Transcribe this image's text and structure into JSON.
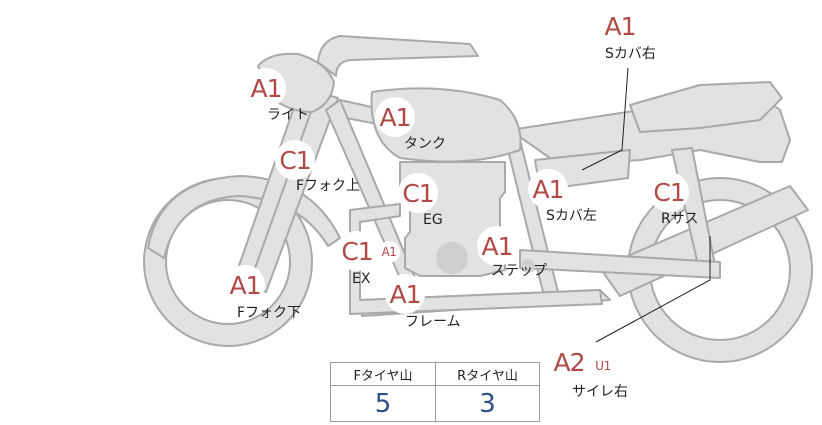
{
  "colors": {
    "body_fill": "#e2e2e2",
    "body_stroke": "#a9a9a9",
    "grade_text": "#b04a46",
    "tire_value": "#2f4f8a"
  },
  "parts": [
    {
      "key": "s_cover_right",
      "grade": "A1",
      "label": "Sカバ右"
    },
    {
      "key": "light",
      "grade": "A1",
      "label": "ライト"
    },
    {
      "key": "tank",
      "grade": "A1",
      "label": "タンク"
    },
    {
      "key": "f_fork_upper",
      "grade": "C1",
      "label": "Fフォク上"
    },
    {
      "key": "engine",
      "grade": "C1",
      "label": "EG"
    },
    {
      "key": "s_cover_left",
      "grade": "A1",
      "label": "Sカバ左"
    },
    {
      "key": "r_suspension",
      "grade": "C1",
      "label": "Rサス"
    },
    {
      "key": "exhaust",
      "grade": "C1",
      "sub_grade": "A1",
      "label": "EX"
    },
    {
      "key": "step",
      "grade": "A1",
      "label": "ステップ"
    },
    {
      "key": "f_fork_lower",
      "grade": "A1",
      "label": "Fフォク下"
    },
    {
      "key": "frame",
      "grade": "A1",
      "label": "フレーム"
    },
    {
      "key": "muffler_right",
      "grade": "A2",
      "sub_grade": "U1",
      "label": "サイレ右"
    }
  ],
  "tire_table": {
    "headers": [
      "Fタイヤ山",
      "Rタイヤ山"
    ],
    "values": [
      "5",
      "3"
    ]
  }
}
